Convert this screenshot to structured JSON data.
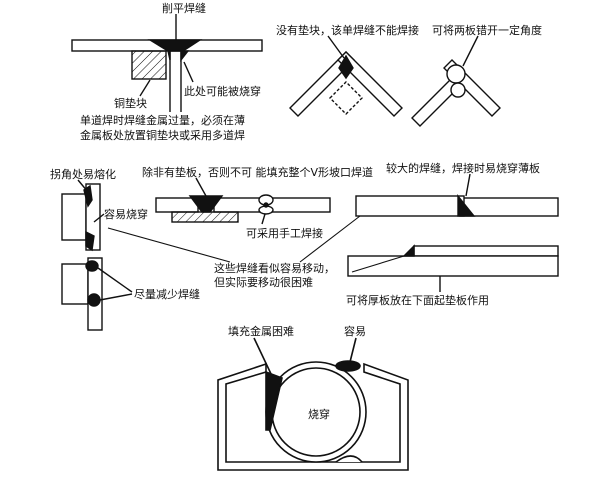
{
  "labels": {
    "flush_weld": "削平焊缝",
    "burn_through_here": "此处可能被烧穿",
    "copper_backing": "铜垫块",
    "note_single_pass_1": "单道焊时焊缝金属过量，必须在薄",
    "note_single_pass_2": "金属板处放置铜垫块或采用多道焊",
    "no_backing": "没有垫块，该单焊缝不能焊接",
    "stagger_angle": "可将两板错开一定角度",
    "corner_melts": "拐角处易熔化",
    "easy_burn": "容易烧穿",
    "backing_needed": "除非有垫板，否则不可 能填充整个V形坡口焊道",
    "manual_weld": "可采用手工焊接",
    "large_weld": "较大的焊缝，焊接时易烧穿薄板",
    "reduce_weld": "尽量减少焊缝",
    "movement_1": "这些焊缝看似容易移动，",
    "movement_2": "但实际要移动很困难",
    "thick_plate": "可将厚板放在下面起垫板作用",
    "fill_difficult": "填充金属困难",
    "easy": "容易",
    "burn_through": "烧穿"
  },
  "colors": {
    "ink": "#111111",
    "paper": "#ffffff"
  }
}
